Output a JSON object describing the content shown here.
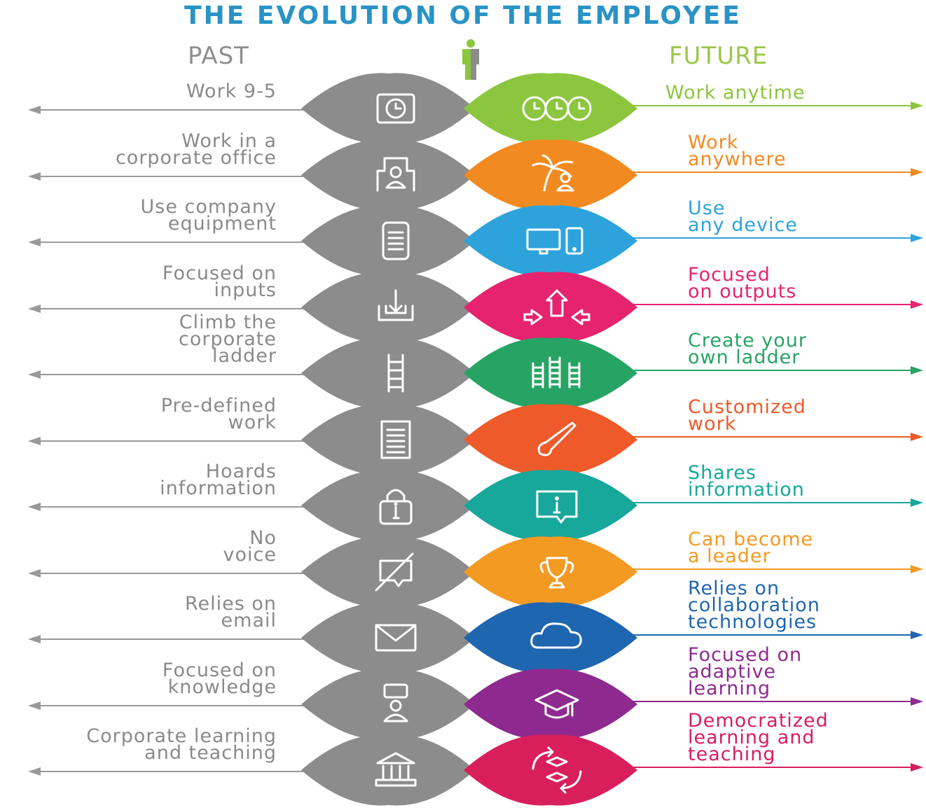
{
  "title": "THE EVOLUTION OF THE EMPLOYEE",
  "past_heading": "PAST",
  "future_heading": "FUTURE",
  "colors": {
    "title": "#2a93c6",
    "past_gray": "#8f8f8f",
    "past_diamond": "#8c8c8c",
    "future_heading": "#9cc64a"
  },
  "rows": [
    {
      "past": "Work 9-5",
      "future": "Work anytime",
      "future_color": "#8cc63f",
      "past_icon": "clock-icon",
      "future_icon": "three-clocks-icon"
    },
    {
      "past": "Work in a\ncorporate office",
      "future": "Work\nanywhere",
      "future_color": "#f28a22",
      "past_icon": "office-person-icon",
      "future_icon": "palm-tree-person-icon"
    },
    {
      "past": "Use company\nequipment",
      "future": "Use\nany device",
      "future_color": "#2ea3db",
      "past_icon": "server-icon",
      "future_icon": "monitor-tablet-icon"
    },
    {
      "past": "Focused on\ninputs",
      "future": "Focused\non outputs",
      "future_color": "#e6236f",
      "past_icon": "inbox-arrow-icon",
      "future_icon": "arrows-out-icon"
    },
    {
      "past": "Climb the\ncorporate\nladder",
      "future": "Create your\nown ladder",
      "future_color": "#27a464",
      "past_icon": "ladder-icon",
      "future_icon": "multiple-ladders-icon"
    },
    {
      "past": "Pre-defined\nwork",
      "future": "Customized\nwork",
      "future_color": "#ee5a2a",
      "past_icon": "document-icon",
      "future_icon": "paintbrush-icon"
    },
    {
      "past": "Hoards\ninformation",
      "future": "Shares\ninformation",
      "future_color": "#17a79b",
      "past_icon": "padlock-info-icon",
      "future_icon": "info-bubble-icon"
    },
    {
      "past": "No\nvoice",
      "future": "Can become\na leader",
      "future_color": "#f39a23",
      "past_icon": "muted-speech-icon",
      "future_icon": "trophy-icon"
    },
    {
      "past": "Relies on\nemail",
      "future": "Relies on\ncollaboration\ntechnologies",
      "future_color": "#1f66b0",
      "past_icon": "envelope-icon",
      "future_icon": "cloud-icon"
    },
    {
      "past": "Focused on\nknowledge",
      "future": "Focused on\nadaptive\nlearning",
      "future_color": "#8e2a8f",
      "past_icon": "student-question-icon",
      "future_icon": "graduation-cap-icon"
    },
    {
      "past": "Corporate learning\nand teaching",
      "future": "Democratized\nlearning and\nteaching",
      "future_color": "#d81f5c",
      "past_icon": "institution-icon",
      "future_icon": "cycle-caps-icon"
    }
  ]
}
